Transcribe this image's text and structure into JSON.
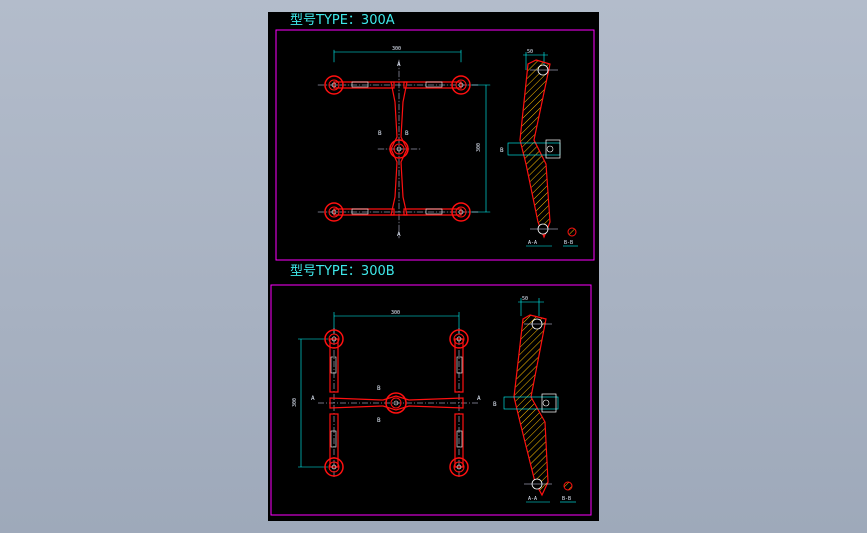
{
  "titles": {
    "type_a": "型号TYPE：300A",
    "type_b": "型号TYPE：300B"
  },
  "dims": {
    "a_width": "300",
    "a_height": "300",
    "a_side": "50",
    "b_width": "300",
    "b_height": "300",
    "b_side": "50"
  },
  "labels": {
    "cut_a": "A",
    "cut_b": "B",
    "section_aa": "A-A",
    "section_bb": "B-B"
  },
  "colors": {
    "background": "#000000",
    "frame": "#ff00ff",
    "part": "#ff1010",
    "dim": "#00ffff",
    "hatch": "#ffd000",
    "text": "#3fe8ea"
  }
}
